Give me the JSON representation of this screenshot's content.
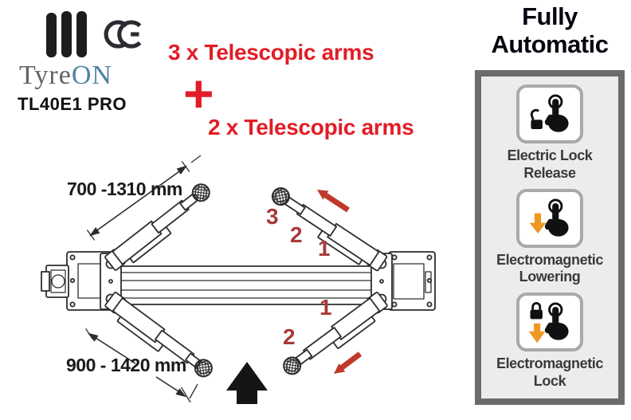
{
  "brand": {
    "ce_mark": "CE",
    "wordmark_gray": "Tyre",
    "wordmark_accent": "ON",
    "model": "TL40E1 PRO"
  },
  "promo": {
    "line_front_arms": "3 x Telescopic arms",
    "plus": "+",
    "line_rear_arms": "2 x Telescopic arms"
  },
  "diagram": {
    "dim_front": "700 -1310 mm",
    "dim_rear": "900 - 1420 mm",
    "front_arm_stages": [
      "3",
      "2",
      "1"
    ],
    "rear_arm_stages": [
      "1",
      "2"
    ]
  },
  "panel": {
    "title": "Fully Automatic",
    "features": [
      {
        "icon": "electric-lock-release-icon",
        "label": "Electric Lock Release"
      },
      {
        "icon": "electromagnetic-lowering-icon",
        "label": "Electromagnetic Lowering"
      },
      {
        "icon": "electromagnetic-lock-icon",
        "label": "Electromagnetic Lock"
      }
    ]
  },
  "colors": {
    "promo_red": "#e11d26",
    "stage_number_red": "#a83a3a",
    "arrow_red": "#c0392b",
    "accent_orange": "#ef9722",
    "brand_blue": "#4d82a2",
    "panel_border_gray": "#6b6b6b"
  }
}
